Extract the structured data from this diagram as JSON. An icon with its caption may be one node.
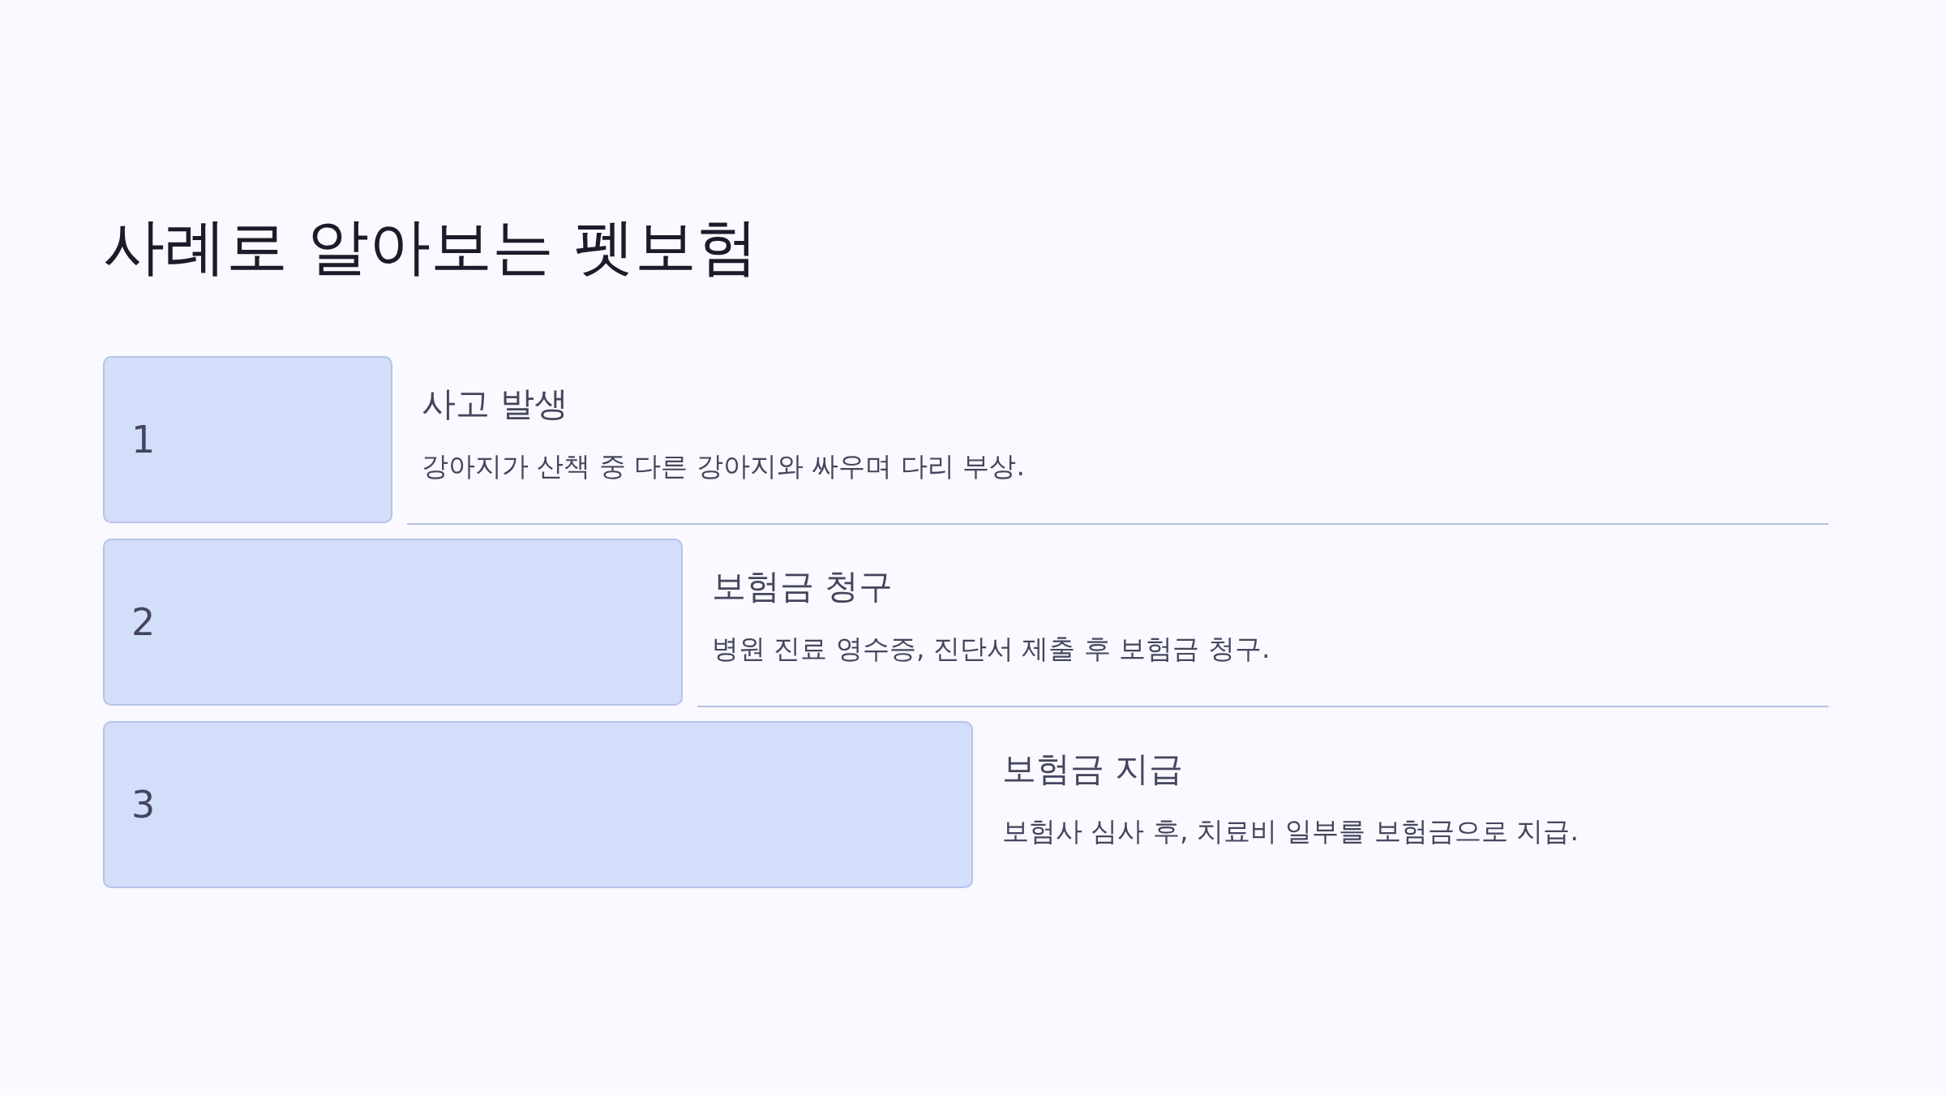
{
  "diagram": {
    "title": "사례로 알아보는 펫보험",
    "nodes": [
      {
        "text": [
          "1"
        ],
        "beside": [
          "사고 발생",
          "강아지가 산책 중 다른 강아지와 싸우며 다리 부상."
        ]
      },
      {
        "text": [
          "2"
        ],
        "beside": [
          "보험금 청구",
          "병원 진료 영수증, 진단서 제출 후 보험금 청구."
        ]
      },
      {
        "text": [
          "3"
        ],
        "beside": [
          "보험금 지급",
          "보험사 심사 후, 치료비 일부를 보험금으로 지급."
        ]
      }
    ]
  }
}
